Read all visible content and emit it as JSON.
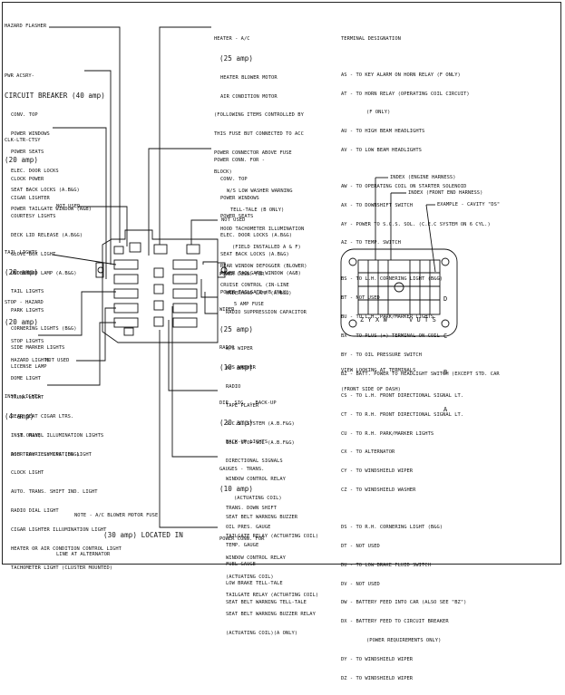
{
  "left_labels": {
    "hazard_flasher": "HAZARD FLASHER",
    "pwr_acsry": [
      "PWR ACSRY-",
      "CIRCUIT BREAKER (40 amp)",
      "CONV. TOP",
      "POWER WINDOWS",
      "POWER SEATS",
      "ELEC. DOOR LOCKS",
      "SEAT BACK LOCKS (A.B&G)",
      "POWER TAILGATE WINDOW (A&B)"
    ],
    "clk_ltr": [
      "CLK-LTR-CTSY",
      "(20 amp)",
      "CLOCK POWER",
      "CIGAR LIGHTER",
      "COURTESY LIGHTS",
      "DECK LID RELEASE (A.B&G)",
      "GLOVE BOX LIGHT",
      "UNDERHOOD LAMP (A.B&G)"
    ],
    "not_used_1": "NOT USED",
    "tail_lights": [
      "TAIL LIGHTS",
      "(20 amp)",
      "TAIL LIGHTS",
      "PARK LIGHTS",
      "CORNERING LIGHTS (B&G)",
      "SIDE MARKER LIGHTS",
      "LICENSE LAMP"
    ],
    "stop_hazard": [
      "STOP - HAZARD",
      "(20 amp)",
      "STOP LIGHTS",
      "HAZARD LIGHTS",
      "DOME LIGHT",
      "TRUNK LIGHT",
      "REAR SEAT CIGAR LTRS.",
      "(B ONLY)",
      "DOOR COURTESY LPS (B&G)"
    ],
    "not_used_2": "NOT USED",
    "inst_lights": [
      "INST. LIGHTS",
      "(4 amp)",
      "INST. PANEL ILLUMINATION LIGHTS",
      "ASH TRAY ILLUMINATION LIGHT",
      "CLOCK LIGHT",
      "AUTO. TRANS. SHIFT IND. LIGHT",
      "RADIO DIAL LIGHT",
      "CIGAR LIGHTER ILLUMINATION LIGHT",
      "HEATER OR AIR CONDITION CONTROL LIGHT",
      "TACHOMETER LIGHT (CLUSTER MOUNTED)"
    ],
    "note": [
      "NOTE - A/C BLOWER MOTOR FUSE",
      "(30 amp) LOCATED IN",
      "LINE AT ALTERNATOR"
    ]
  },
  "middle_labels": {
    "heater_ac": [
      "HEATER - A/C",
      "(25 amp)",
      "HEATER BLOWER MOTOR",
      "AIR CONDITION MOTOR",
      "(FOLLOWING ITEMS CONTROLLED BY",
      "THIS FUSE BUT CONNECTED TO ACC",
      "POWER CONNECTOR ABOVE FUSE",
      "BLOCK)",
      "W/S LOW WASHER WARNING",
      "TELL-TALE (B ONLY)",
      "HOOD TACHOMETER ILLUMINATION",
      "(FIELD INSTALLED A & F)",
      "REAR WINDOW DEFOGGER (BLOWER)",
      "CRUISE CONTROL (IN-LINE",
      "5 AMP FUSE"
    ],
    "power_conn_1": [
      "POWER CONN. FOR -",
      "CONV. TOP",
      "POWER WINDOWS",
      "POWER SEATS",
      "ELEC. DOOR LOCKS (A.B&G)",
      "SEAT BACK LOCKS (A.B&G)",
      "POWER TAILGATE WINDOW (A&B)",
      "POWER TAILGATE (B ONLY)"
    ],
    "not_used": "NOT USED",
    "power_conn_2": [
      "POWER CONN. FOR -",
      "UNDERHOOD LAMP (A.B&G)",
      "RADIO SUPPRESSION CAPACITOR"
    ],
    "wiper": [
      "WIPER",
      "(25 amp)",
      "W/S WIPER",
      "W/S WASHER"
    ],
    "radio": [
      "RADIO",
      "(10 amp)",
      "RADIO",
      "TAPE PLAYER",
      "S.C.S. SYSTEM (A.B.F&G)",
      "IDLE STOP SOL (A.B.F&G)"
    ],
    "dir_sig": [
      "DIR. SIG. - BACK-UP",
      "(20 amp)",
      "BACK-UP LIGHTS",
      "DIRECTIONAL SIGNALS",
      "WINDOW CONTROL RELAY",
      "(ACTUATING COIL)",
      "SEAT BELT WARNING BUZZER",
      "TAILGATE RELAY (ACTUATING COIL)"
    ],
    "gauges": [
      "GAUGES - TRANS.",
      "(10 amp)",
      "TRANS. DOWN SHIFT",
      "OIL PRES. GAUGE",
      "TEMP. GAUGE",
      "FUEL GAUGE",
      "LOW BRAKE TELL-TALE",
      "SEAT BELT WARNING TELL-TALE"
    ],
    "power_conn_3": [
      "POWER CONN. FOR",
      "WINDOW CONTROL RELAY",
      "(ACTUATING COIL)",
      "TAILGATE RELAY (ACTUATING COIL)",
      "SEAT BELT WARNING BUZZER RELAY",
      "(ACTUATING COIL)(A ONLY)"
    ]
  },
  "terminal": {
    "title": "TERMINAL DESIGNATION",
    "group1": [
      "AS - TO KEY ALARM ON HORN RELAY (F ONLY)",
      "AT - TO HORN RELAY (OPERATING COIL CIRCUIT)",
      "(F ONLY)",
      "AU - TO HIGH BEAM HEADLIGHTS",
      "AV - TO LOW BEAM HEADLIGHTS"
    ],
    "group2": [
      "AW - TO OPERATING COIL ON STARTER SOLENOID",
      "AX - TO DOWNSHIFT SWITCH",
      "AY - POWER TO S.C.S. SOL. (C.E.C SYSTEM ON 6 CYL.)",
      "AZ - TO TEMP. SWITCH"
    ],
    "group3": [
      "BS - TO L.H. CORNERING LIGHT (B&G)",
      "BT - NOT USED",
      "BU - TO L.H. PARK/MARKER LIGHTS",
      "BX - TO PLUS (+) TERMINAL ON COIL",
      "BY - TO OIL PRESSURE SWITCH",
      "BZ - BATT. POWER TO HEADLIGHT SWITCH (EXCEPT STD. CAR"
    ],
    "index_engine": "INDEX (ENGINE HARNESS)",
    "index_front": "INDEX (FRONT END HARNESS)",
    "example": "EXAMPLE - CAVITY \"DS\"",
    "letters_right": [
      "D",
      "C",
      "B",
      "A"
    ],
    "letters_bottom_left": "Z Y X W",
    "letters_bottom_right": "V U T S",
    "view": [
      "VIEW LOOKING AT TERMINALS",
      "(FRONT SIDE OF DASH)"
    ],
    "group4": [
      "CS - TO L.H. FRONT DIRECTIONAL SIGNAL LT.",
      "CT - TO R.H. FRONT DIRECTIONAL SIGNAL LT.",
      "CU - TO R.H. PARK/MARKER LIGHTS",
      "CX - TO ALTERNATOR",
      "CY - TO WINDSHIELD WIPER",
      "CZ - TO WINDSHIELD WASHER"
    ],
    "group5": [
      "DS - TO R.H. CORNERING LIGHT (B&G)",
      "DT - NOT USED",
      "DU - TO LOW BRAKE FLUID SWITCH",
      "DV - NOT USED",
      "DW - BATTERY FEED INTO CAR (ALSO SEE \"BZ\")",
      "DX - BATTERY FEED TO CIRCUIT BREAKER",
      "(POWER REQUIREMENTS ONLY)",
      "DY - TO WINDSHIELD WIPER",
      "DZ - TO WINDSHIELD WIPER"
    ]
  }
}
